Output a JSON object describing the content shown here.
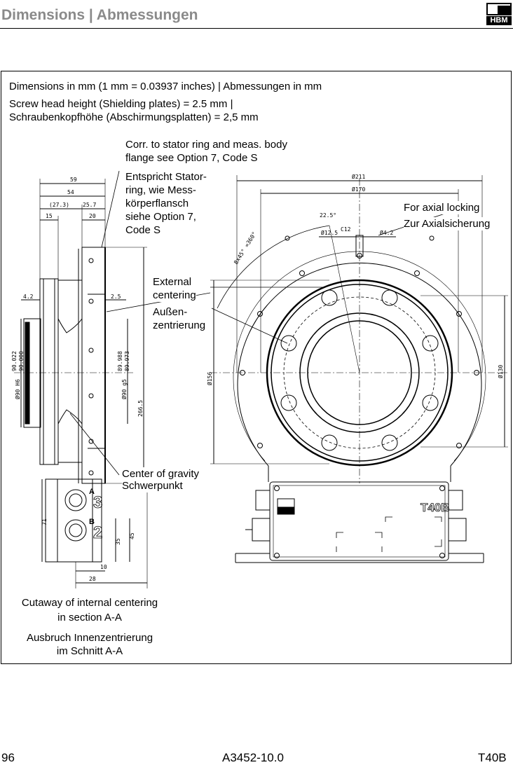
{
  "header": {
    "title": "Dimensions | Abmessungen",
    "logo_text": "HBM"
  },
  "notes": {
    "units": "Dimensions in mm (1 mm = 0.03937 inches) | Abmessungen in mm",
    "screw_line1": "Screw head height (Shielding plates) = 2.5 mm |",
    "screw_line2": "Schraubenkopfhöhe (Abschirmungsplatten) = 2,5 mm"
  },
  "callouts": {
    "corr_line1": "Corr. to stator ring and meas. body",
    "corr_line2": "flange see Option 7, Code S",
    "ent_line1": "Entspricht Stator-",
    "ent_line2": "ring, wie Mess-",
    "ent_line3": "körperflansch",
    "ent_line4": "siehe Option 7,",
    "ent_line5": "Code S",
    "axial_en": "For axial locking",
    "axial_de": "Zur Axialsicherung",
    "ext_line1": "External",
    "ext_line2": "centering",
    "ext_line3": "Außen-",
    "ext_line4": "zentrierung",
    "cog_en": "Center of gravity",
    "cog_de": "Schwerpunkt",
    "cut_en1": "Cutaway of internal centering",
    "cut_en2": "in section A-A",
    "cut_de1": "Ausbruch Innenzentrierung",
    "cut_de2": "im Schnitt A-A"
  },
  "dims": {
    "d59": "59",
    "d54": "54",
    "d27": "(27.3)",
    "d257": "25.7",
    "d15": "15",
    "d20": "20",
    "d42": "4.2",
    "d25": "2.5",
    "d2665": "266.5",
    "h6": "Ø90 H6",
    "h6a": "90.022",
    "h6b": "90.000",
    "g5": "Ø90 g5",
    "g5a": "89.988",
    "g5b": "89.973",
    "d71": "71",
    "d35": "35",
    "d45": "45",
    "d10": "10",
    "d28": "28",
    "d211": "Ø211",
    "d170": "Ø170",
    "d225": "22.5°",
    "d125": "Ø12.5",
    "c12": "C12",
    "d42b": "Ø4.2",
    "d156": "Ø156",
    "d130": "Ø130",
    "angle": "8x45° =360°",
    "label_a": "A",
    "label_b": "B",
    "num3": "3",
    "num2": "2",
    "model": "T40B"
  },
  "footer": {
    "page": "96",
    "doc": "A3452-10.0",
    "product": "T40B"
  }
}
